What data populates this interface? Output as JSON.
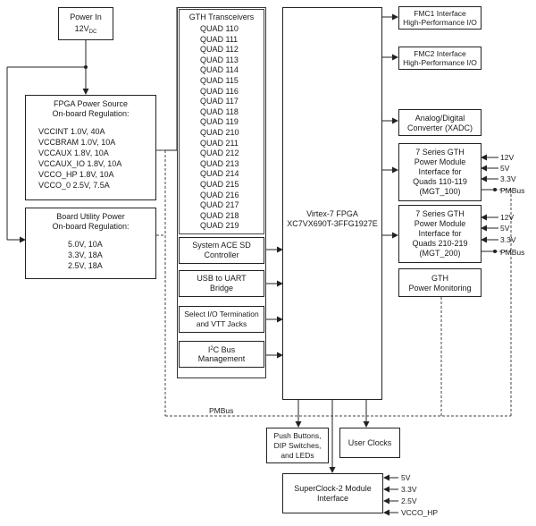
{
  "power_in": {
    "line1": "Power In",
    "voltage": "12V",
    "voltage_sub": "DC"
  },
  "fpga_power": {
    "title_1": "FPGA Power Source",
    "title_2": "On-board Regulation:",
    "rails": [
      "VCCINT 1.0V, 40A",
      "VCCBRAM 1.0V, 10A",
      "VCCAUX 1.8V, 10A",
      "VCCAUX_IO 1.8V, 10A",
      "VCCO_HP 1.8V, 10A",
      "VCCO_0 2.5V, 7.5A"
    ]
  },
  "board_utility": {
    "title_1": "Board Utility Power",
    "title_2": "On-board Regulation:",
    "rails": [
      "5.0V, 10A",
      "3.3V, 18A",
      "2.5V, 18A"
    ]
  },
  "gth": {
    "title": "GTH Transceivers",
    "quads": [
      "QUAD 110",
      "QUAD 111",
      "QUAD 112",
      "QUAD 113",
      "QUAD 114",
      "QUAD 115",
      "QUAD 116",
      "QUAD 117",
      "QUAD 118",
      "QUAD 119",
      "QUAD 210",
      "QUAD 211",
      "QUAD 212",
      "QUAD 213",
      "QUAD 214",
      "QUAD 215",
      "QUAD 216",
      "QUAD 217",
      "QUAD 218",
      "QUAD 219"
    ]
  },
  "fpga": {
    "line1": "Virtex-7 FPGA",
    "line2": "XC7VX690T-3FFG1927E"
  },
  "left_blocks": {
    "system_ace": [
      "System ACE SD",
      "Controller"
    ],
    "usb_uart": [
      "USB to UART",
      "Bridge"
    ],
    "select_io": [
      "Select I/O Termination",
      "and VTT Jacks"
    ],
    "i2c": {
      "pre": "I",
      "sup": "2",
      "post": "C Bus",
      "line2": "Management"
    }
  },
  "right_blocks": {
    "fmc1": [
      "FMC1 Interface",
      "High-Performance I/O"
    ],
    "fmc2": [
      "FMC2 Interface",
      "High-Performance I/O"
    ],
    "xadc": [
      "Analog/Digital",
      "Converter (XADC)"
    ],
    "gth_pm1": [
      "7 Series GTH",
      "Power Module",
      "Interface  for",
      "Quads 110-119",
      "(MGT_100)"
    ],
    "gth_pm2": [
      "7 Series GTH",
      "Power Module",
      "Interface  for",
      "Quads 210-219",
      "(MGT_200)"
    ],
    "gth_mon": [
      "GTH",
      "Power Monitoring"
    ]
  },
  "pm_inputs": [
    "12V",
    "5V",
    "3.3V",
    "PMBus"
  ],
  "bottom": {
    "pmbus": "PMBus",
    "push_buttons": [
      "Push Buttons,",
      "DIP Switches,",
      "and LEDs"
    ],
    "user_clocks": "User Clocks",
    "superclock": [
      "SuperClock-2 Module",
      "Interface"
    ],
    "sc_inputs": [
      "5V",
      "3.3V",
      "2.5V",
      "VCCO_HP"
    ]
  }
}
